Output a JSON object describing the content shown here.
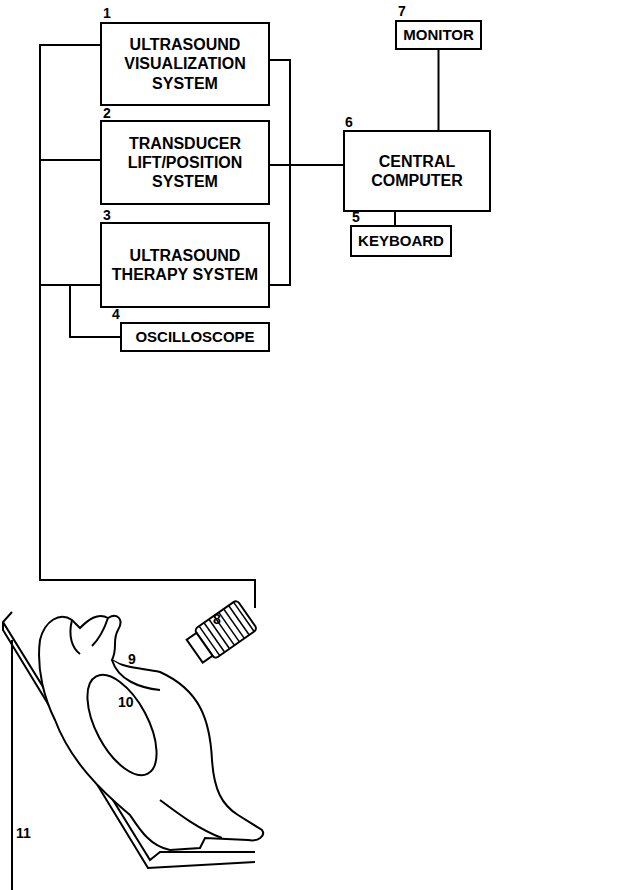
{
  "diagram": {
    "nodes": [
      {
        "text": [
          "ULTRASOUND VISUALIZATION SYSTEM"
        ]
      },
      {
        "text": [
          "TRANSDUCER LIFT/POSITION SYSTEM"
        ]
      },
      {
        "text": [
          "ULTRASOUND THERAPY SYSTEM"
        ]
      },
      {
        "text": [
          "OSCILLOSCOPE"
        ]
      },
      {
        "text": [
          "MONITOR"
        ]
      },
      {
        "text": [
          "CENTRAL COMPUTER"
        ]
      },
      {
        "text": [
          "KEYBOARD"
        ]
      }
    ],
    "edges": [
      {
        "from": 0,
        "to": 5,
        "arrow": "none"
      },
      {
        "from": 1,
        "to": 5,
        "arrow": "none"
      },
      {
        "from": 2,
        "to": 5,
        "arrow": "none"
      },
      {
        "from": 2,
        "to": 3,
        "arrow": "none"
      },
      {
        "from": 4,
        "to": 5,
        "arrow": "none"
      },
      {
        "from": 5,
        "to": 6,
        "arrow": "none"
      }
    ],
    "labels": [
      "1",
      "2",
      "3",
      "4",
      "5",
      "6",
      "7",
      "8",
      "9",
      "10",
      "11"
    ]
  }
}
